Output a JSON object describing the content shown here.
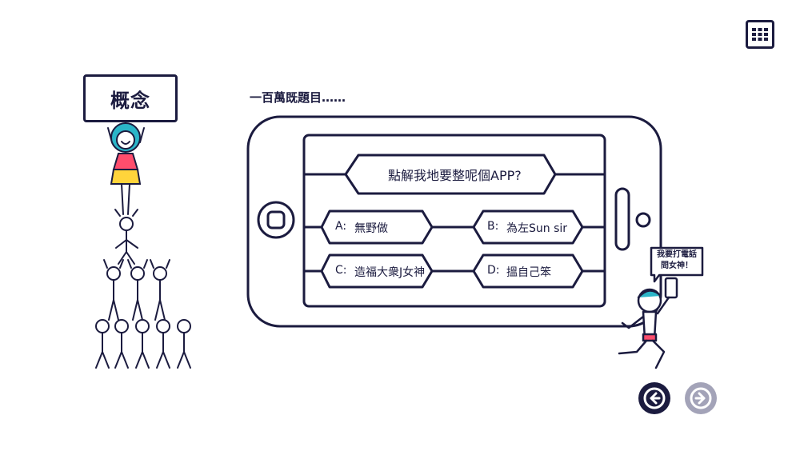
{
  "header": {
    "menu_icon": "grid-icon"
  },
  "concept_sign": {
    "label": "概念"
  },
  "intro": {
    "text": "一百萬既題目……"
  },
  "quiz": {
    "question": "點解我地要整呢個APP?",
    "options": [
      {
        "letter": "A:",
        "text": "無野做"
      },
      {
        "letter": "B:",
        "text": "為左Sun sir"
      },
      {
        "letter": "C:",
        "text": "造福大衆J女神"
      },
      {
        "letter": "D:",
        "text": "搵自己笨"
      }
    ]
  },
  "speech_bubble": {
    "line1": "我要打電話",
    "line2": "問女神！"
  },
  "navigation": {
    "prev_icon": "arrow-left-icon",
    "next_icon": "arrow-right-icon"
  },
  "colors": {
    "ink": "#1b1b3f",
    "accent_teal": "#2bb5c8",
    "accent_red": "#ff4d6d",
    "accent_yellow": "#ffd43b",
    "disabled": "#a3a3b8"
  }
}
